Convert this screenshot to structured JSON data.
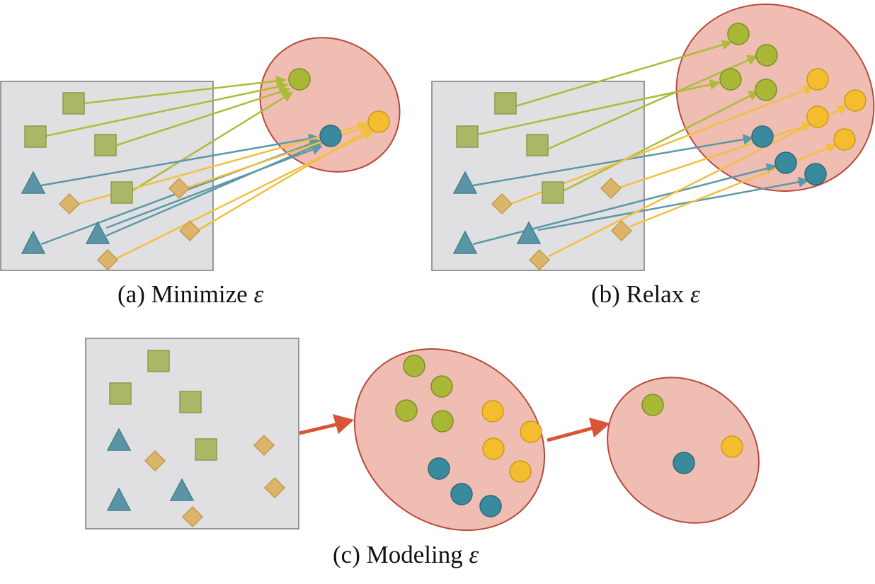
{
  "panels": {
    "a": {
      "caption": "(a) Minimize",
      "symbol": "ε"
    },
    "b": {
      "caption": "(b) Relax",
      "symbol": "ε"
    },
    "c": {
      "caption": "(c) Modeling",
      "symbol": "ε"
    }
  },
  "colors": {
    "input_box_fill": "#e0e0e2",
    "input_box_stroke": "#7a7a7a",
    "ellipse_fill": "#f0bdb2",
    "ellipse_stroke": "#b54a3c",
    "green": "#a8b834",
    "green_square": "#a9b766",
    "blue": "#3a8a9e",
    "blue_triangle": "#5a95a5",
    "yellow": "#f3bd2e",
    "yellow_diamond": "#dcb56a",
    "green_arrow": "#adbb3a",
    "blue_arrow": "#5b98a8",
    "yellow_arrow": "#f2c03f",
    "red_arrow": "#d85436"
  },
  "icons": {
    "square": "square-icon",
    "triangle": "triangle-icon",
    "diamond": "diamond-icon",
    "circle": "circle-icon"
  }
}
